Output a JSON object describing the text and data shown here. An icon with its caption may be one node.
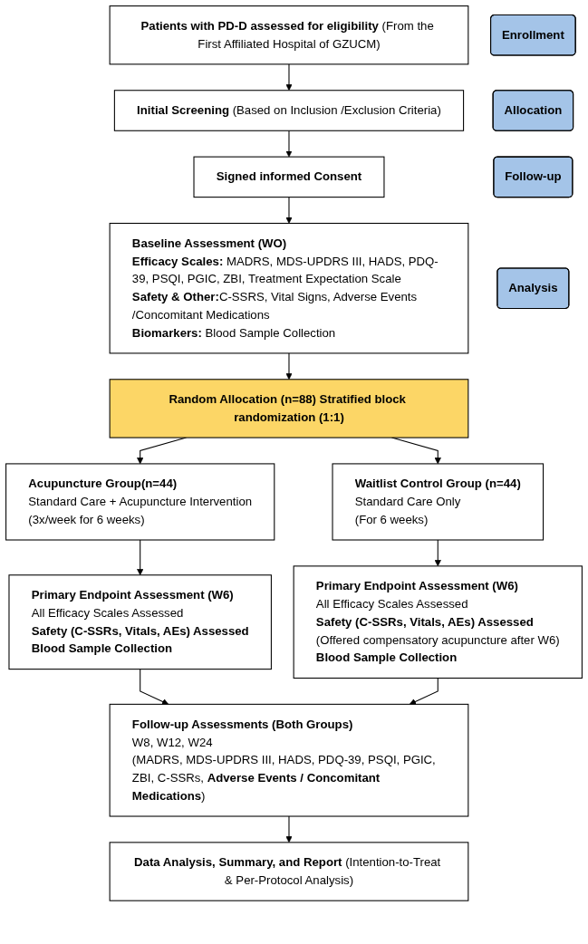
{
  "diagram": {
    "nodes": [
      {
        "text": [
          "**Patients with PD-D assessed for eligibility** (From the First Affiliated Hospital of GZUCM)"
        ]
      },
      {
        "text": [
          "Enrollment"
        ]
      },
      {
        "text": [
          "**Initial Screening** (Based on Inclusion /Exclusion Criteria)"
        ]
      },
      {
        "text": [
          "Allocation"
        ]
      },
      {
        "text": [
          "Signed informed Consent"
        ]
      },
      {
        "text": [
          "Baseline Assessment (WO)",
          "**Efficacy Scales:** MADRS, MDS-UPDRS III, HADS, PDQ-39, PSQI, PGIC, ZBI, Treatment Expectation Scale",
          "**Safety & Other:**C-SSRS, Vital Signs, Adverse Events /Concomitant Medications",
          "**Biomarkers:** Blood Sample Collection"
        ]
      },
      {
        "text": [
          "Random Allocation (n=88) Stratified block randomization (1:1)"
        ]
      },
      {
        "text": [
          "Follow-up"
        ]
      },
      {
        "text": [
          "Acupuncture Group(n=44)",
          "Standard Care + Acupuncture Intervention",
          "(3x/week for 6 weeks)"
        ]
      },
      {
        "text": [
          "Waitlist Control Group (n=44)",
          "Standard Care Only",
          "(For 6 weeks)"
        ]
      },
      {
        "text": [
          "Primary Endpoint Assessment (W6)",
          "All Efficacy Scales Assessed",
          "Safety (C-SSRs, Vitals, AEs) Assessed",
          "Blood Sample Collection"
        ]
      },
      {
        "text": [
          "Primary Endpoint Assessment (W6)",
          "All Efficacy Scales Assessed",
          "Safety (C-SSRs, Vitals, AEs) Assessed",
          "(Offered compensatory acupuncture after W6)",
          "Blood Sample Collection"
        ]
      },
      {
        "text": [
          "Analysis"
        ]
      },
      {
        "text": [
          "Follow-up Assessments (Both Groups)",
          "W8, W12, W24",
          "(MADRS, MDS-UPDRS III, HADS, PDQ-39, PSQI, PGIC, ZBI, C-SSRs, **Adverse Events / Concomitant Medications**)"
        ]
      },
      {
        "text": [
          "**Data Analysis, Summary, and Report** (Intention-to-Treat & Per-Protocol Analysis)"
        ]
      }
    ],
    "edges": [
      {
        "from": 0,
        "to": 2,
        "arrow": "to"
      },
      {
        "from": 2,
        "to": 4,
        "arrow": "to"
      },
      {
        "from": 4,
        "to": 5,
        "arrow": "to"
      },
      {
        "from": 5,
        "to": 6,
        "arrow": "to"
      },
      {
        "from": 6,
        "to": 8,
        "arrow": "to"
      },
      {
        "from": 6,
        "to": 9,
        "arrow": "to"
      },
      {
        "from": 8,
        "to": 10,
        "arrow": "to"
      },
      {
        "from": 9,
        "to": 11,
        "arrow": "to"
      },
      {
        "from": 10,
        "to": 13,
        "arrow": "to"
      },
      {
        "from": 11,
        "to": 13,
        "arrow": "to"
      },
      {
        "from": 13,
        "to": 14,
        "arrow": "to"
      }
    ]
  }
}
